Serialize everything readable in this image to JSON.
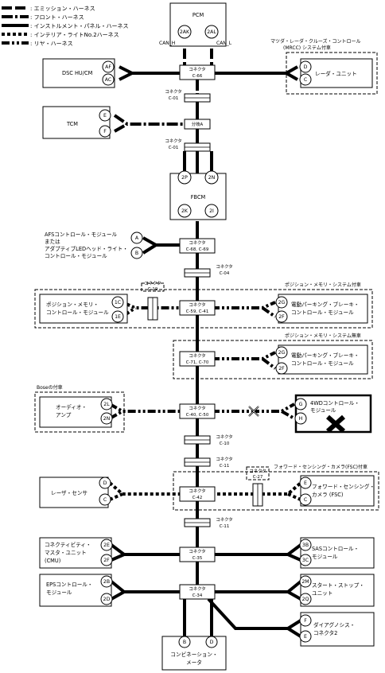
{
  "legend": [
    {
      "label": ": エミッション・ハーネス",
      "style": "emission"
    },
    {
      "label": ": フロント・ハーネス",
      "style": "front"
    },
    {
      "label": ": インストルメント・パネル・ハーネス",
      "style": "instrument"
    },
    {
      "label": ": インテリア・ライトNo.2ハーネス",
      "style": "interior"
    },
    {
      "label": ": リヤ・ハーネス",
      "style": "rear"
    }
  ],
  "modules": {
    "pcm": {
      "name": "PCM",
      "pins": [
        "2AK",
        "2AL"
      ],
      "can": [
        "CAN_H",
        "CAN_L"
      ]
    },
    "dsc": {
      "name": "DSC HU/CM",
      "pins": [
        "AF",
        "AC"
      ]
    },
    "radar": {
      "name": "レーダ・ユニット",
      "pins": [
        "D",
        "C"
      ],
      "note_lines": [
        "マツダ・レーダ・クルーズ・コントロール",
        "(MRCC) システム付車"
      ]
    },
    "tcm": {
      "name": "TCM",
      "pins": [
        "E",
        "F"
      ]
    },
    "fbcm": {
      "name": "FBCM",
      "pins": [
        "2P",
        "2N",
        "2K",
        "2I"
      ]
    },
    "afs": {
      "lines": [
        "AFSコントロール・モジュール",
        "または",
        "アダプティブLEDヘッド・ライト・",
        "コントロール・モジュール"
      ],
      "pins": [
        "A",
        "B"
      ]
    },
    "position_memory": {
      "lines": [
        "ポジション・メモリ・",
        "コントロール・モジュール"
      ],
      "pins": [
        "1C",
        "1E"
      ]
    },
    "epb1": {
      "lines": [
        "電動パーキング・ブレーキ・",
        "コントロール・モジュール"
      ],
      "pins": [
        "2G",
        "2F"
      ],
      "note": "ポジション・メモリ・システム付車"
    },
    "epb2": {
      "lines": [
        "電動パーキング・ブレーキ・",
        "コントロール・モジュール"
      ],
      "pins": [
        "2G",
        "2F"
      ],
      "note": "ポジション・メモリ・システム無車"
    },
    "audio": {
      "lines": [
        "オーディオ・",
        "アンプ"
      ],
      "pins": [
        "2L",
        "2N"
      ],
      "note": "Boseの付車"
    },
    "fwd4": {
      "lines": [
        "4WDコントロール・",
        "モジュール"
      ],
      "pins": [
        "G",
        "H"
      ]
    },
    "laser": {
      "name": "レーザ・センサ",
      "pins": [
        "D",
        "C"
      ]
    },
    "fsc": {
      "lines": [
        "フォワード・センシング・",
        "カメラ (FSC)"
      ],
      "pins": [
        "E",
        "C"
      ],
      "note": "フォワード・センシング・カメラ(FSC)付車"
    },
    "cmu": {
      "lines": [
        "コネクティビティ・",
        "マスタ・ユニット",
        "(CMU)"
      ],
      "pins": [
        "2E",
        "2F"
      ]
    },
    "sas": {
      "lines": [
        "SASコントロール・",
        "モジュール"
      ],
      "pins": [
        "3B",
        "3C"
      ]
    },
    "eps": {
      "lines": [
        "EPSコントロール・",
        "モジュール"
      ],
      "pins": [
        "2B",
        "2D"
      ]
    },
    "start_stop": {
      "lines": [
        "スタート・ストップ・",
        "ユニット"
      ],
      "pins": [
        "2M",
        "2Q"
      ]
    },
    "diag": {
      "lines": [
        "ダイアグノシス・",
        "コネクタ2"
      ],
      "pins": [
        "F",
        "E"
      ]
    },
    "combo": {
      "lines": [
        "コンビネーション・",
        "メータ"
      ],
      "pins": [
        "B",
        "D"
      ]
    }
  },
  "connectors": {
    "c66": {
      "lines": [
        "コネクタ",
        "C-66"
      ]
    },
    "c01a": {
      "lines": [
        "コネクタ",
        "C-01"
      ]
    },
    "bunki": {
      "label": "分岐A"
    },
    "c01b": {
      "lines": [
        "コネクタ",
        "C-01"
      ]
    },
    "c68": {
      "lines": [
        "コネクタ",
        "C-68, C-69"
      ]
    },
    "c04": {
      "lines": [
        "コネクタ",
        "C-04"
      ]
    },
    "c19": {
      "lines": [
        "コネクタ",
        "C-19"
      ]
    },
    "c59": {
      "lines": [
        "コネクタ",
        "C-59, C-41"
      ]
    },
    "c71": {
      "lines": [
        "コネクタ",
        "C-71, C-70"
      ]
    },
    "c40": {
      "lines": [
        "コネクタ",
        "C-40, C-50"
      ]
    },
    "c10": {
      "lines": [
        "コネクタ",
        "C-10"
      ]
    },
    "c11a": {
      "lines": [
        "コネクタ",
        "C-11"
      ]
    },
    "c27": {
      "lines": [
        "コネクタ",
        "C-27"
      ]
    },
    "c42": {
      "lines": [
        "コネクタ",
        "C-42"
      ]
    },
    "c11b": {
      "lines": [
        "コネクタ",
        "C-11"
      ]
    },
    "c35": {
      "lines": [
        "コネクタ",
        "C-35"
      ]
    },
    "c34": {
      "lines": [
        "コネクタ",
        "C-34"
      ]
    }
  }
}
